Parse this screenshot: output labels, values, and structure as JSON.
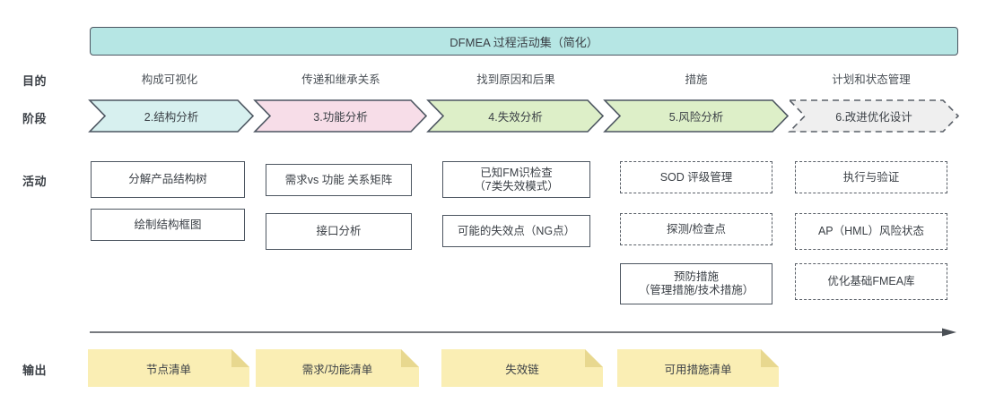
{
  "title": {
    "text": "DFMEA 过程活动集（简化）",
    "fill": "#b6e6e4",
    "stroke": "#4c5560"
  },
  "row_labels": {
    "purpose": "目的",
    "stage": "阶段",
    "activity": "活动",
    "output": "输出"
  },
  "columns": [
    {
      "purpose": "构成可视化",
      "stage": "2.结构分析",
      "stage_fill": "#d7f0ef",
      "stage_stroke": "#4c5560",
      "stage_dashed": false,
      "activities": [
        {
          "lines": [
            "分解产品结构树"
          ],
          "dashed": false
        },
        {
          "lines": [
            "绘制结构框图"
          ],
          "dashed": false
        }
      ],
      "output": "节点清单"
    },
    {
      "purpose": "传递和继承关系",
      "stage": "3.功能分析",
      "stage_fill": "#f7dde8",
      "stage_stroke": "#4c5560",
      "stage_dashed": false,
      "activities": [
        {
          "lines": [
            "需求vs 功能 关系矩阵"
          ],
          "dashed": false
        },
        {
          "lines": [
            "接口分析"
          ],
          "dashed": false
        }
      ],
      "output": "需求/功能清单"
    },
    {
      "purpose": "找到原因和后果",
      "stage": "4.失效分析",
      "stage_fill": "#ddefc8",
      "stage_stroke": "#4c5560",
      "stage_dashed": false,
      "activities": [
        {
          "lines": [
            "已知FM识检查",
            "（7类失效模式）"
          ],
          "dashed": false
        },
        {
          "lines": [
            "可能的失效点（NG点）"
          ],
          "dashed": false
        }
      ],
      "output": "失效链"
    },
    {
      "purpose": "措施",
      "stage": "5.风险分析",
      "stage_fill": "#ddefc8",
      "stage_stroke": "#4c5560",
      "stage_dashed": false,
      "activities": [
        {
          "lines": [
            "SOD 评级管理"
          ],
          "dashed": true
        },
        {
          "lines": [
            "探测/检查点"
          ],
          "dashed": true
        },
        {
          "lines": [
            "预防措施",
            "（管理措施/技术措施）"
          ],
          "dashed": false
        }
      ],
      "output": "可用措施清单"
    },
    {
      "purpose": "计划和状态管理",
      "stage": "6.改进优化设计",
      "stage_fill": "#efefef",
      "stage_stroke": "#5a6068",
      "stage_dashed": true,
      "activities": [
        {
          "lines": [
            "执行与验证"
          ],
          "dashed": true
        },
        {
          "lines": [
            "AP（HML）风险状态"
          ],
          "dashed": true
        },
        {
          "lines": [
            "优化基础FMEA库"
          ],
          "dashed": true
        }
      ],
      "output": null
    }
  ],
  "note_color": "#faeeb4",
  "note_fold_color": "#e8d88f",
  "timeline_color": "#4a4f55"
}
